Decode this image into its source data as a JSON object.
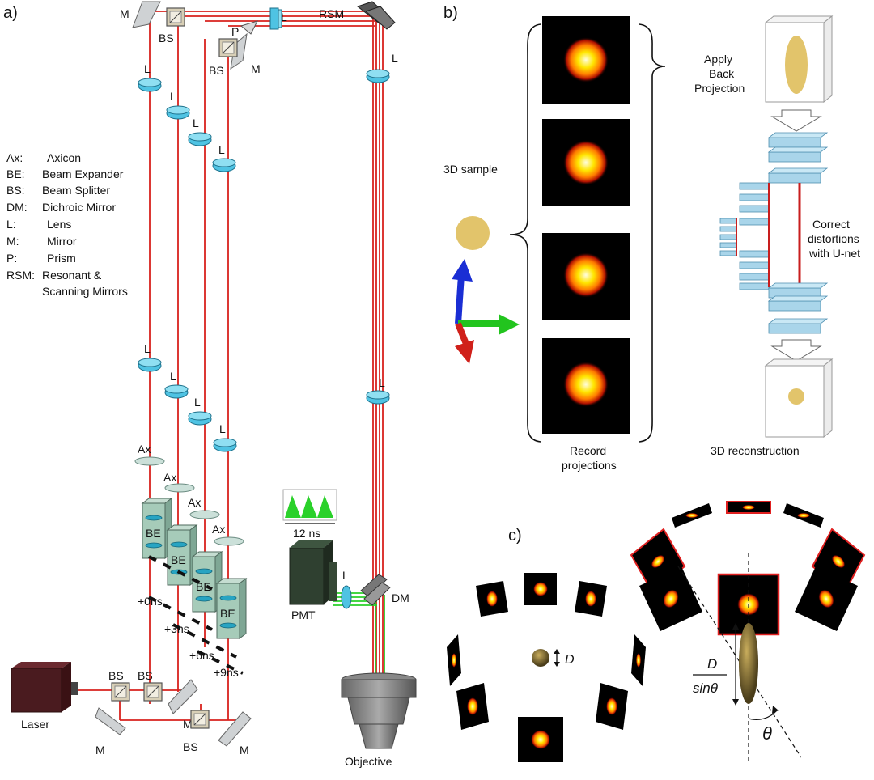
{
  "panels": {
    "a": "a)",
    "b": "b)",
    "c": "c)"
  },
  "legend": [
    {
      "abbr": "Ax:",
      "text": "Axicon"
    },
    {
      "abbr": "BE:",
      "text": "Beam Expander"
    },
    {
      "abbr": "BS:",
      "text": "Beam Splitter"
    },
    {
      "abbr": "DM:",
      "text": "Dichroic Mirror"
    },
    {
      "abbr": "L:",
      "text": "Lens"
    },
    {
      "abbr": "M:",
      "text": "Mirror"
    },
    {
      "abbr": "P:",
      "text": "Prism"
    },
    {
      "abbr": "RSM:",
      "text": "Resonant &"
    },
    {
      "abbr": "",
      "text": "Scanning Mirrors"
    }
  ],
  "labels": {
    "M": "M",
    "BS": "BS",
    "L": "L",
    "P": "P",
    "RSM": "RSM",
    "Ax": "Ax",
    "BE": "BE",
    "DM": "DM",
    "PMT": "PMT",
    "laser": "Laser",
    "objective": "Objective",
    "pulse_width": "12 ns",
    "delays": [
      "+0ns",
      "+3ns",
      "+6ns",
      "+9ns"
    ]
  },
  "panel_b": {
    "sample": "3D sample",
    "record_1": "Record",
    "record_2": "projections",
    "apply_1": "Apply",
    "apply_2": "Back",
    "apply_3": "Projection",
    "correct_1": "Correct",
    "correct_2": "distortions",
    "correct_3": "with U-net",
    "reconstruction": "3D reconstruction"
  },
  "panel_c": {
    "D": "D",
    "frac_num": "D",
    "frac_den": "sinθ",
    "theta": "θ"
  },
  "colors": {
    "laser_red": "#d8221e",
    "fluor_green": "#2ad12a",
    "sample_gold": "#e2c46b"
  }
}
